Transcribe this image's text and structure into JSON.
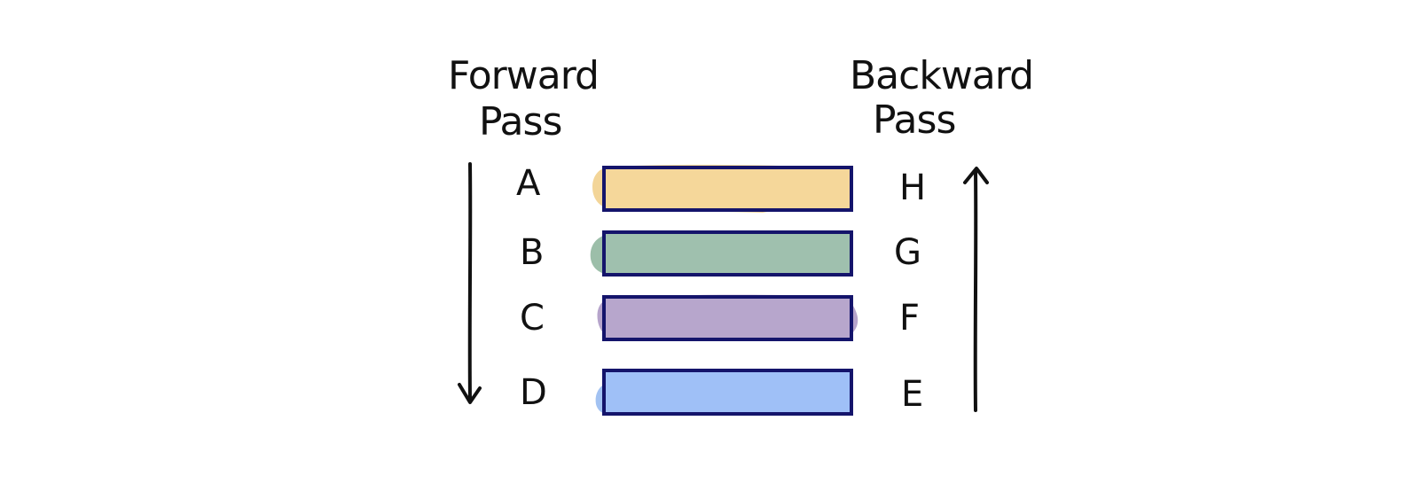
{
  "forward": {
    "title_line1": "Forward",
    "title_line2": "Pass"
  },
  "backward": {
    "title_line1": "Backward",
    "title_line2": "Pass"
  },
  "layers": [
    {
      "forward_label": "A",
      "backward_label": "H",
      "fill": "#f5d79a",
      "smudge": "#f3d598"
    },
    {
      "forward_label": "B",
      "backward_label": "G",
      "fill": "#9fc0ae",
      "smudge": "#9cbea9"
    },
    {
      "forward_label": "C",
      "backward_label": "F",
      "fill": "#b7a6cc",
      "smudge": "#b6a4cb"
    },
    {
      "forward_label": "D",
      "backward_label": "E",
      "fill": "#9fc0f7",
      "smudge": "#a2c2f2"
    }
  ],
  "colors": {
    "outline": "#14146b",
    "ink": "#111111"
  }
}
